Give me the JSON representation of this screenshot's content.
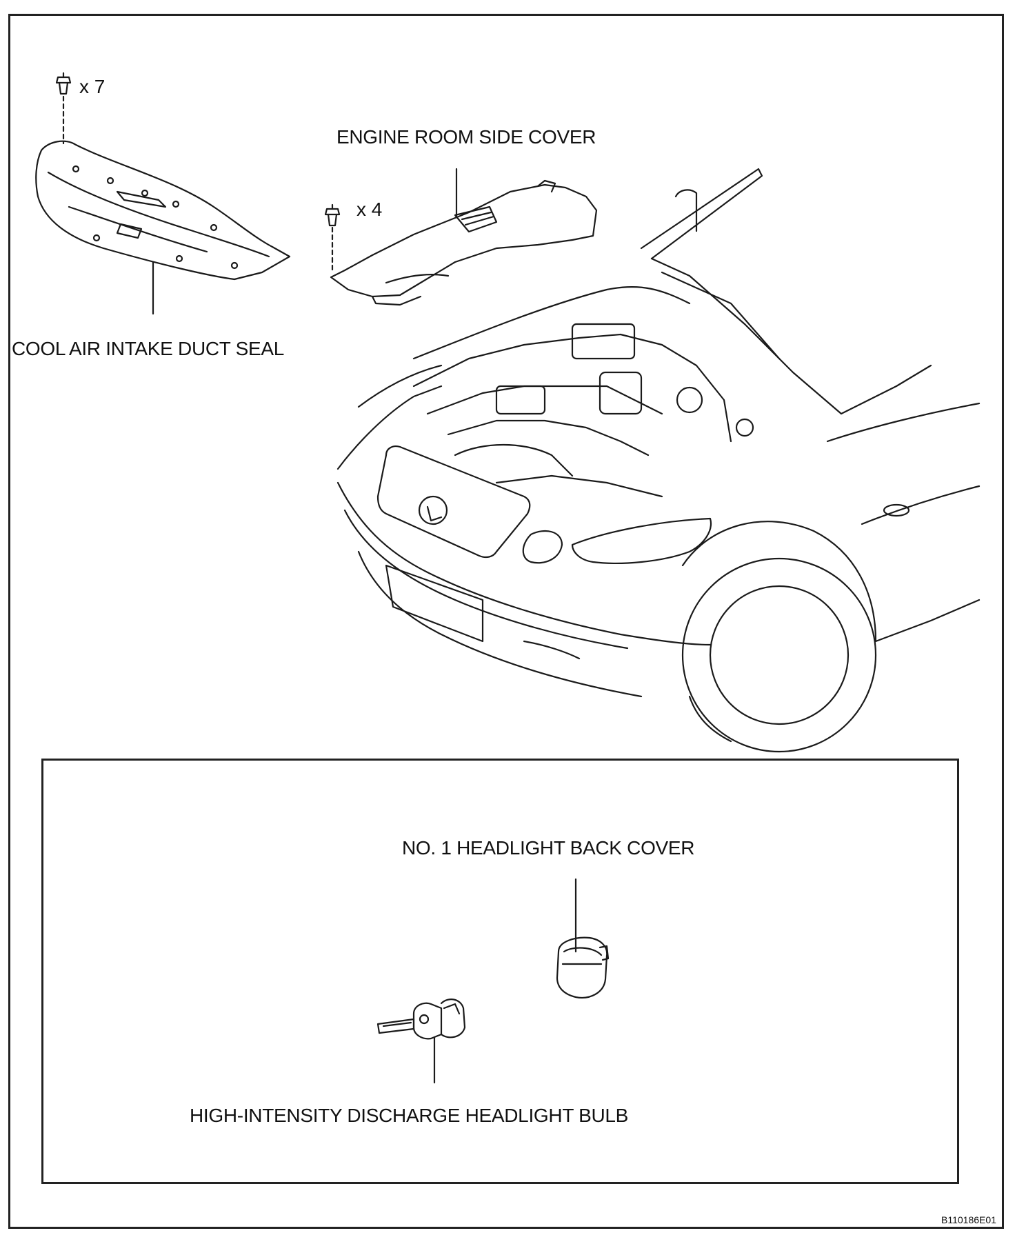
{
  "labels": {
    "cool_air_intake_duct_seal": "COOL AIR INTAKE DUCT SEAL",
    "engine_room_side_cover": "ENGINE ROOM SIDE COVER",
    "no1_headlight_back_cover": "NO. 1 HEADLIGHT BACK COVER",
    "hid_headlight_bulb": "HIGH-INTENSITY DISCHARGE HEADLIGHT BULB"
  },
  "fasteners": {
    "duct_seal_clips": "x 7",
    "side_cover_clips": "x 4"
  },
  "figure_code": "B110186E01"
}
